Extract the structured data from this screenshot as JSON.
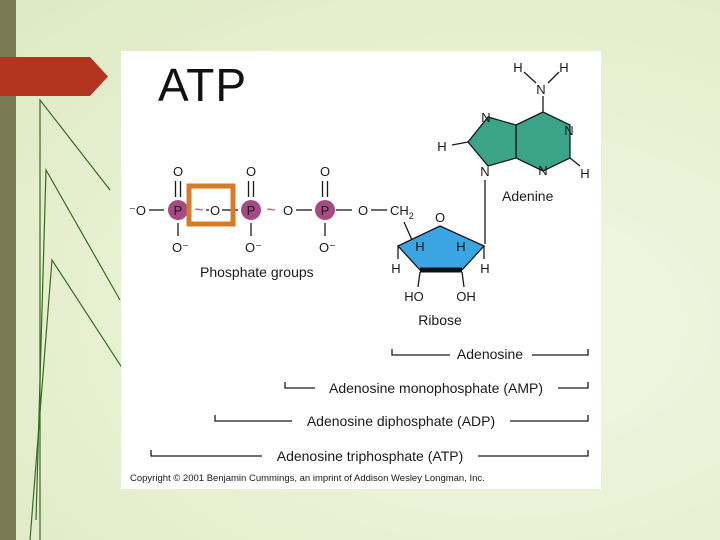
{
  "slide": {
    "title": "ATP"
  },
  "labels": {
    "adenine": "Adenine",
    "phosphate_groups": "Phosphate groups",
    "ribose": "Ribose",
    "adenosine": "Adenosine",
    "amp": "Adenosine monophosphate (AMP)",
    "adp": "Adenosine diphosphate (ADP)",
    "atp": "Adenosine triphosphate (ATP)",
    "copyright": "Copyright © 2001 Benjamin Cummings, an imprint of Addison Wesley Longman, Inc."
  },
  "atoms": {
    "o": "O",
    "o_neg_left": "⁻O",
    "o_neg_below": "O⁻",
    "p": "P",
    "n": "N",
    "h": "H",
    "ch2": "CH",
    "ch2_sub": "2",
    "ho": "HO",
    "oh": "OH",
    "tilde": "~"
  },
  "colors": {
    "phosphorus": "#a64a86",
    "adenine": "#3aa388",
    "ribose": "#3ba5e4",
    "highlight_box": "#d87a26",
    "title_arrow": "#b3341f",
    "left_bar": "#7b7a52"
  }
}
